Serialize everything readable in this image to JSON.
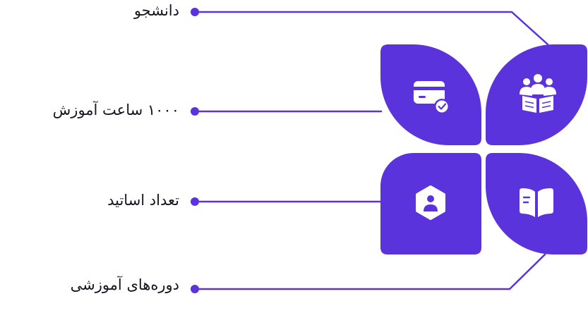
{
  "labels": {
    "students": "دانشجو",
    "hours": "۱۰۰۰ ساعت آموزش",
    "teachers": "تعداد اساتید",
    "courses": "دوره‌های آموزشی"
  },
  "icons": {
    "top_right": "students-reading-icon",
    "top_left": "card-check-icon",
    "bottom_left": "user-badge-icon",
    "bottom_right": "open-book-icon"
  },
  "colors": {
    "accent": "#5B33DC",
    "line": "#5B33DC",
    "text": "#151520"
  }
}
